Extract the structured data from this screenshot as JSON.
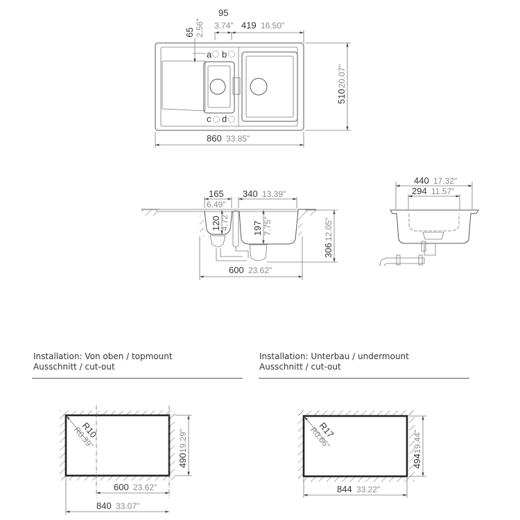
{
  "top_view": {
    "overall_width": {
      "mm": "860",
      "in": "33.85\""
    },
    "overall_depth": {
      "mm": "510",
      "in": "20.07\""
    },
    "small_bowl_offset": {
      "mm": "95",
      "in": "3.74\""
    },
    "main_bowl_width": {
      "mm": "419",
      "in": "16.50\""
    },
    "tap_hole_offset": {
      "mm": "65",
      "in": "2.56\""
    },
    "tap_holes": [
      "a",
      "b",
      "c",
      "d"
    ]
  },
  "front_section": {
    "small_bowl_width": {
      "mm": "165",
      "in": "6.49\""
    },
    "small_bowl_depth": {
      "mm": "120",
      "in": "4.72\""
    },
    "main_bowl_width": {
      "mm": "340",
      "in": "13.39\""
    },
    "main_bowl_depth": {
      "mm": "197",
      "in": "7.75\""
    },
    "min_cabinet": {
      "mm": "600",
      "in": "23.62\""
    },
    "overall_height": {
      "mm": "306",
      "in": "12.05\""
    }
  },
  "side_section": {
    "outer_width": {
      "mm": "440",
      "in": "17.32\""
    },
    "inner_width": {
      "mm": "294",
      "in": "11.57\""
    }
  },
  "topmount": {
    "heading_line1": "Installation: Von oben / topmount",
    "heading_line2": "Ausschnitt / cut-out",
    "radius": {
      "mm": "R10",
      "in": "R0.39\""
    },
    "depth": {
      "mm": "490",
      "in": "19.29\""
    },
    "cabinet": {
      "mm": "600",
      "in": "23.62\""
    },
    "width": {
      "mm": "840",
      "in": "33.07\""
    }
  },
  "undermount": {
    "heading_line1": "Installation: Unterbau / undermount",
    "heading_line2": "Ausschnitt / cut-out",
    "radius": {
      "mm": "R17",
      "in": "R0.66\""
    },
    "depth": {
      "mm": "494",
      "in": "19.44\""
    },
    "width": {
      "mm": "844",
      "in": "33.22\""
    }
  }
}
